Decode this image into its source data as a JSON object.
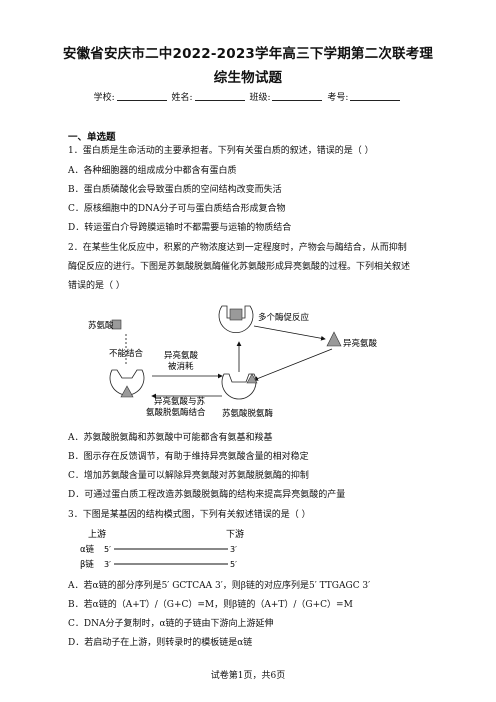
{
  "header": {
    "title_line1": "安徽省安庆市二中2022-2023学年高三下学期第二次联考理",
    "title_line2": "综生物试题",
    "fields": [
      "学校:",
      "姓名:",
      "班级:",
      "考号:"
    ]
  },
  "section_label": "一、单选题",
  "q1": {
    "stem": "1．蛋白质是生命活动的主要承担者。下列有关蛋白质的叙述，错误的是（     ）",
    "options": [
      "A．各种细胞器的组成成分中都含有蛋白质",
      "B．蛋白质磷酸化会导致蛋白质的空间结构改变而失活",
      "C．原核细胞中的DNA分子可与蛋白质结合形成复合物",
      "D．转运蛋白介导跨膜运输时不都需要与运输的物质结合"
    ]
  },
  "q2": {
    "stem_lines": [
      "2．在某些生化反应中，积累的产物浓度达到一定程度时，产物会与酶结合，从而抑制",
      "酶促反应的进行。下图是苏氨酸脱氨酶催化苏氨酸形成异亮氨酸的过程。下列相关叙述",
      "错误的是（     ）"
    ],
    "diagram": {
      "threonine": "苏氨酸",
      "reactions": "多个酶促反应",
      "isoleucine_top": "异亮氨酸",
      "cannot_bind": "不能结合",
      "consumed_line1": "异亮氨酸",
      "consumed_line2": "被消耗",
      "complex_line1": "异亮氨酸与苏",
      "complex_line2": "氨酸脱氨酶结合",
      "enzyme": "苏氨酸脱氨酶"
    },
    "options": [
      "A．苏氨酸脱氨酶和苏氨酸中可能都含有氨基和羧基",
      "B．图示存在反馈调节，有助于维持异亮氨酸含量的相对稳定",
      "C．增加苏氨酸含量可以解除异亮氨酸对苏氨酸脱氨酶的抑制",
      "D．可通过蛋白质工程改造苏氨酸脱氨酶的结构来提高异亮氨酸的产量"
    ]
  },
  "q3": {
    "stem": "3．下图是某基因的结构模式图，下列有关叙述错误的是（     ）",
    "gene": {
      "upstream": "上游",
      "downstream": "下游",
      "alpha_label": "α链",
      "beta_label": "β链",
      "alpha_left": "5′",
      "alpha_right": "3′",
      "beta_left": "3′",
      "beta_right": "5′"
    },
    "options": [
      "A．若α链的部分序列是5′ GCTCAA 3′，则β链的对应序列是5′ TTGAGC 3′",
      "B．若α链的（A+T）/（G+C）=M，则β链的（A+T）/（G+C）=M",
      "C．DNA分子复制时，α链的子链由下游向上游延伸",
      "D．若启动子在上游，则转录时的模板链是α链"
    ]
  },
  "footer": "试卷第1页，共6页"
}
